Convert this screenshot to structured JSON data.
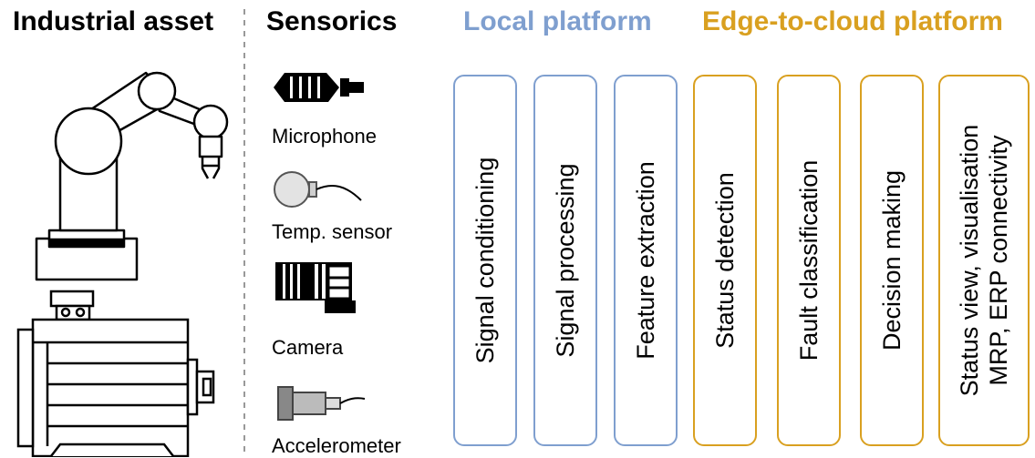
{
  "headers": {
    "industrial_asset": "Industrial asset",
    "sensorics": "Sensorics",
    "local_platform": "Local platform",
    "edge_to_cloud_platform": "Edge-to-cloud platform"
  },
  "colors": {
    "local_platform": "#7f9fcf",
    "edge_to_cloud": "#d9a020",
    "text": "#000000",
    "divider": "#999999"
  },
  "sensors": [
    {
      "label": "Microphone",
      "icon": "microphone-icon"
    },
    {
      "label": "Temp. sensor",
      "icon": "temperature-sensor-icon"
    },
    {
      "label": "Camera",
      "icon": "camera-icon"
    },
    {
      "label": "Accelerometer",
      "icon": "accelerometer-icon"
    }
  ],
  "asset_icons": [
    "robot-arm-icon",
    "electric-motor-icon"
  ],
  "local_platform_steps": [
    "Signal conditioning",
    "Signal processing",
    "Feature extraction"
  ],
  "edge_platform_steps": [
    "Status detection",
    "Fault classification",
    "Decision making",
    {
      "line1": "Status view, visualisation",
      "line2": "MRP, ERP connectivity"
    }
  ]
}
